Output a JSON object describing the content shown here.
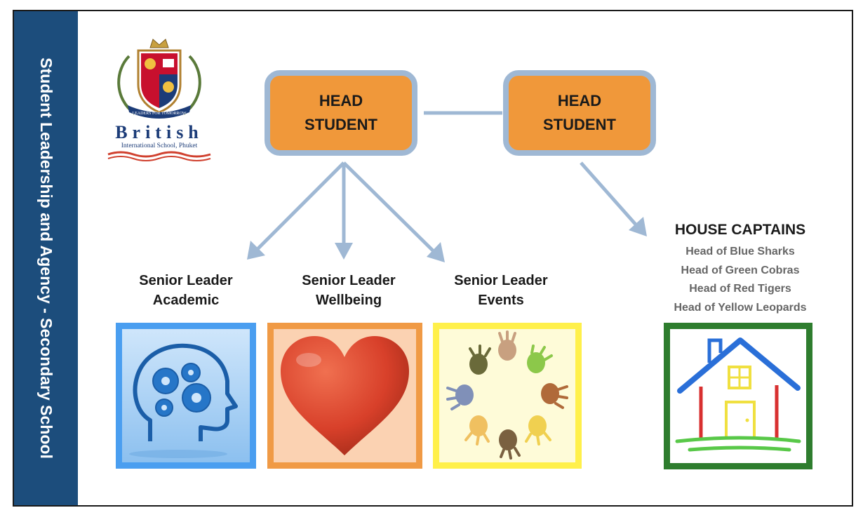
{
  "sidebar": {
    "title": "Student Leadership and Agency - Secondary School"
  },
  "logo": {
    "name": "British",
    "subtitle": "International School, Phuket",
    "motto": "LEADERS FOR TOMORROW"
  },
  "head_students": [
    {
      "line1": "HEAD",
      "line2": "STUDENT"
    },
    {
      "line1": "HEAD",
      "line2": "STUDENT"
    }
  ],
  "senior_leaders": [
    {
      "line1": "Senior Leader",
      "line2": "Academic",
      "icon": "head-gears-icon"
    },
    {
      "line1": "Senior Leader",
      "line2": "Wellbeing",
      "icon": "heart-icon"
    },
    {
      "line1": "Senior Leader",
      "line2": "Events",
      "icon": "handprints-circle-icon"
    }
  ],
  "house_captains": {
    "title": "HOUSE CAPTAINS",
    "items": [
      "Head of Blue Sharks",
      "Head of Green Cobras",
      "Head of Red Tigers",
      "Head of Yellow Leopards"
    ],
    "icon": "house-icon"
  },
  "colors": {
    "sidebar": "#1c4d7c",
    "head_box_fill": "#f0983a",
    "head_box_border": "#9fb8d4",
    "connector": "#9fb8d4",
    "academic_border": "#4a9ef0",
    "wellbeing_border": "#f09a45",
    "events_border": "#fff04a",
    "house_border": "#2e7d2e"
  }
}
